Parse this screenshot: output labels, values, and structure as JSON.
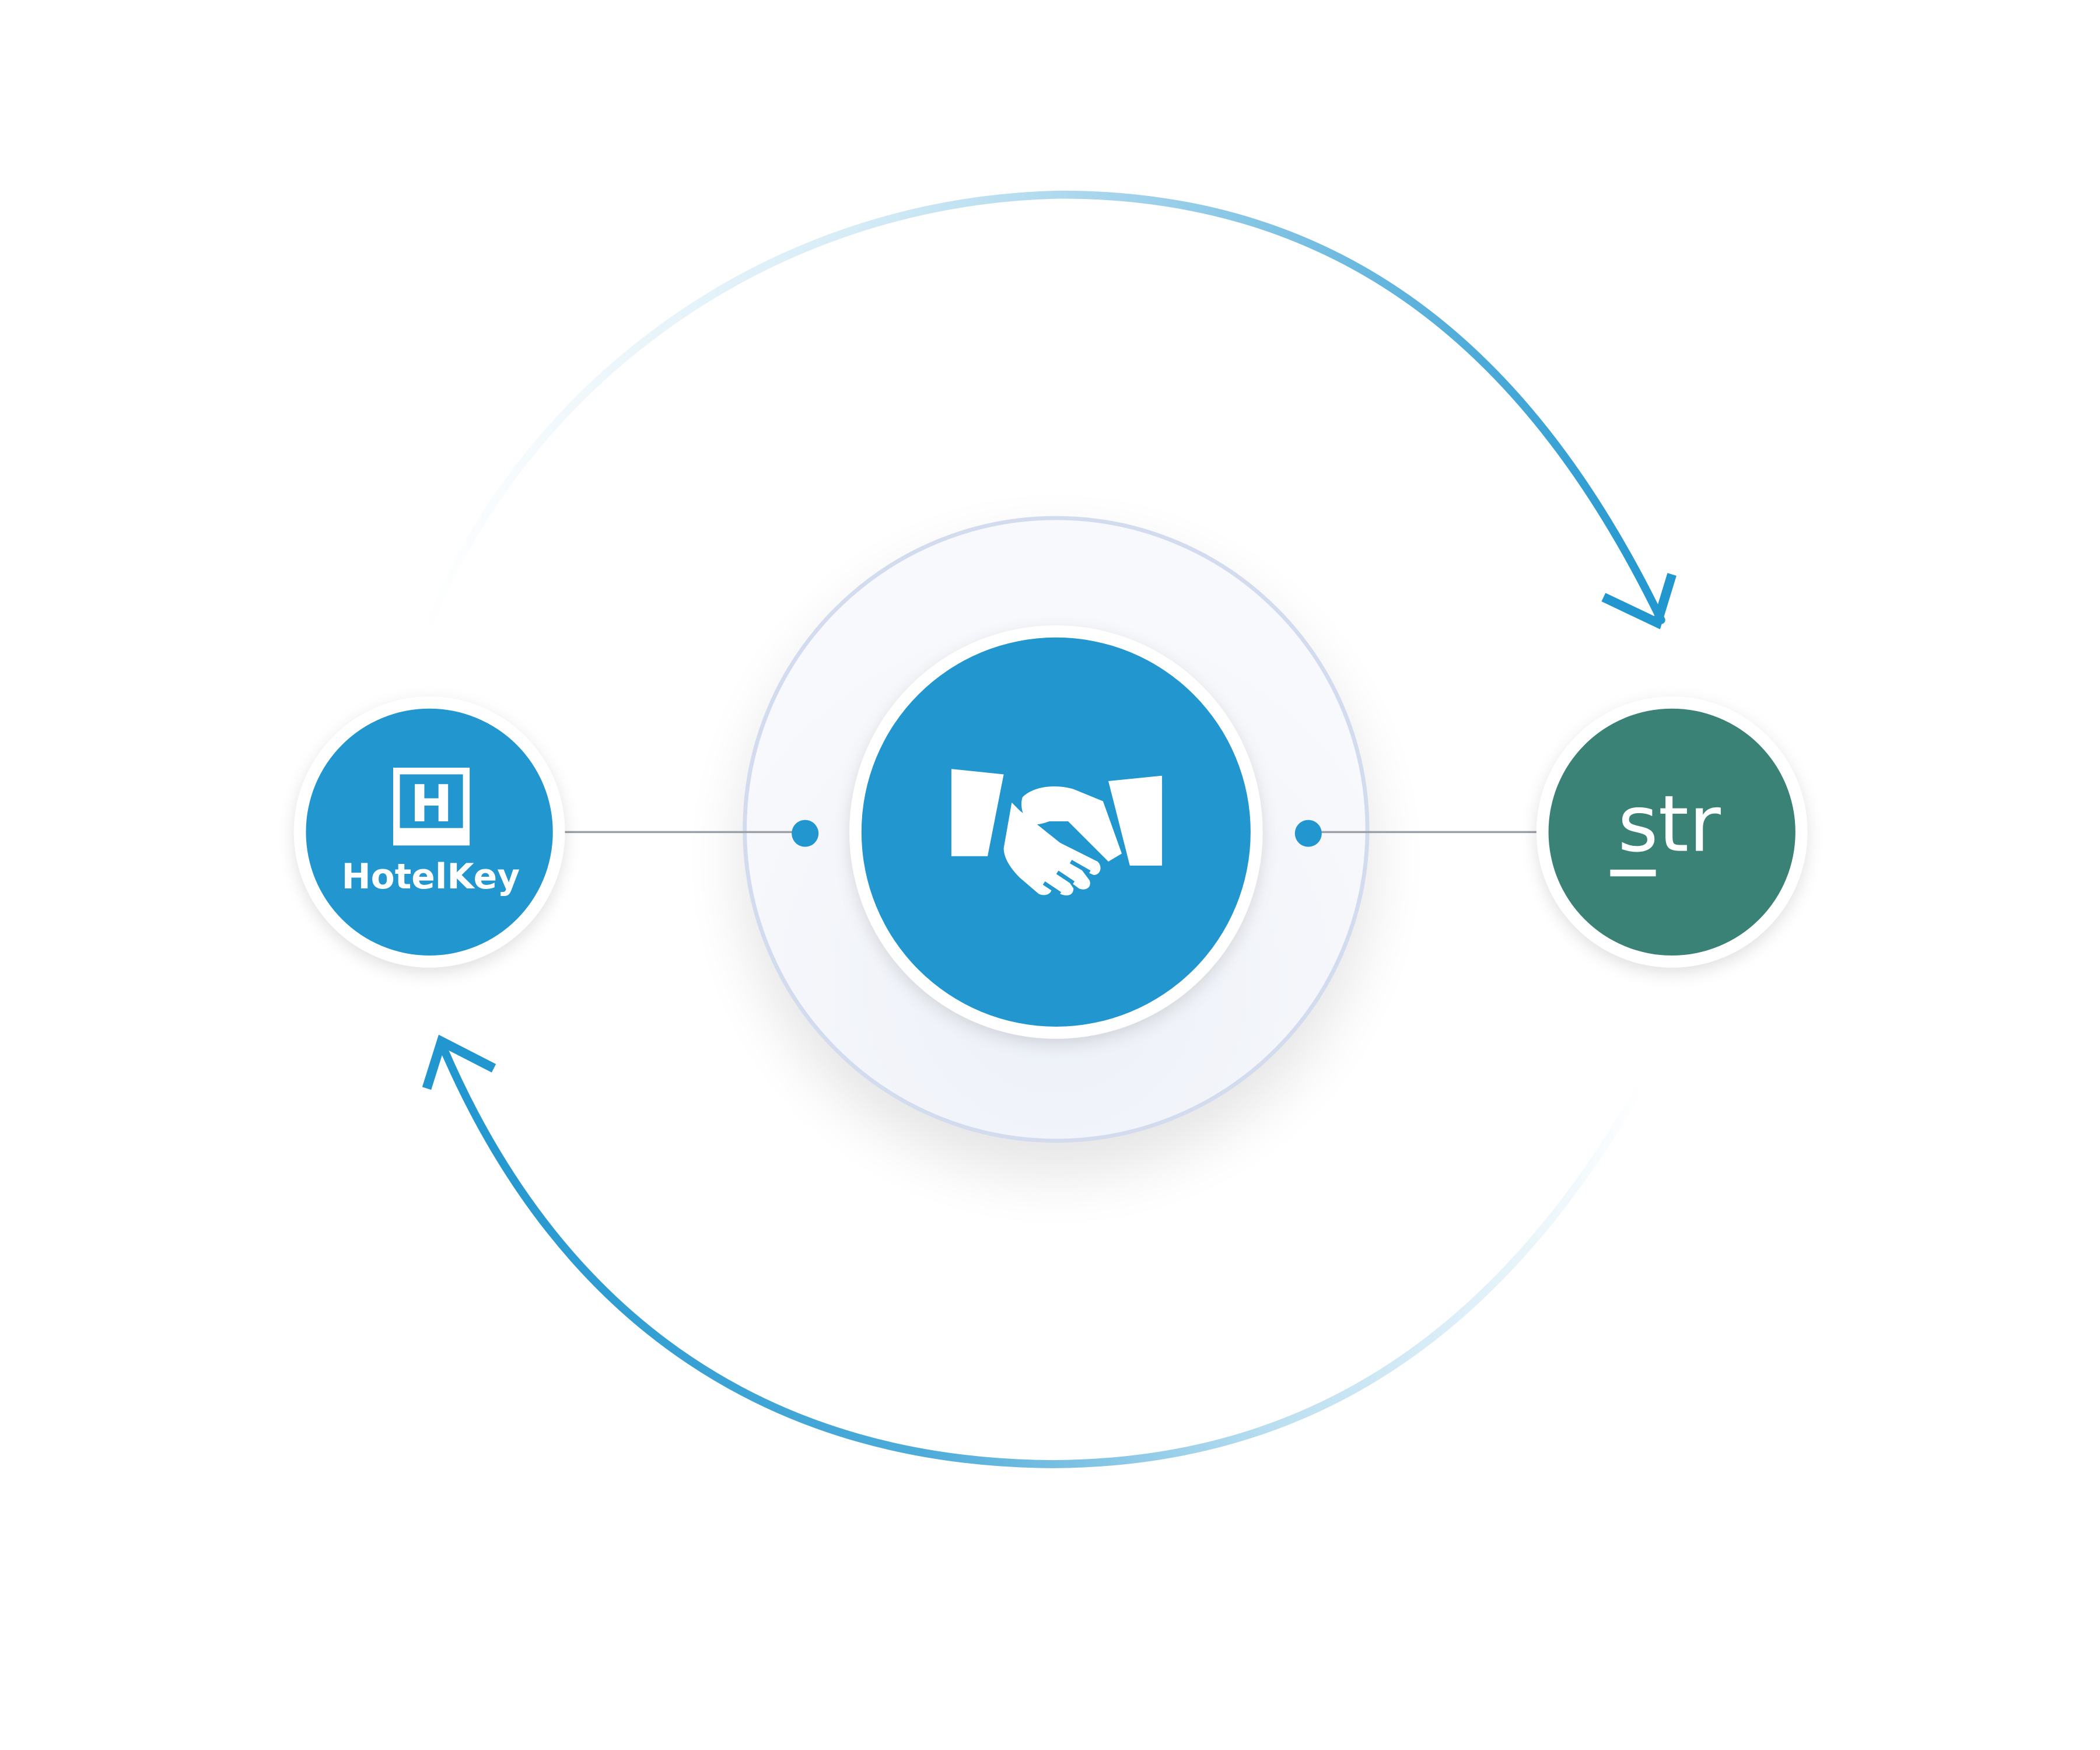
{
  "integration_diagram": {
    "left_node": {
      "logo_text": "HotelKey",
      "logo_letter": "H",
      "color": "#2196cf"
    },
    "center_node": {
      "icon": "handshake-icon",
      "color": "#2196cf"
    },
    "right_node": {
      "logo_text": "str",
      "color": "#3a8275"
    },
    "arrow_color": "#2196cf",
    "connector_color": "#9aa0a6"
  }
}
